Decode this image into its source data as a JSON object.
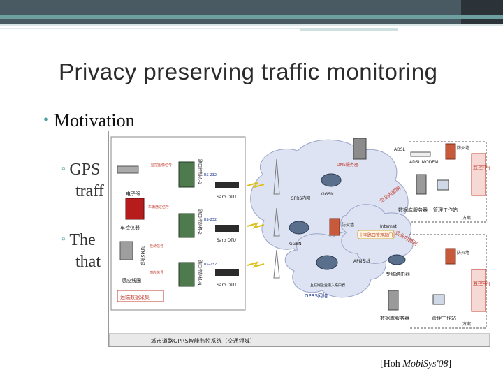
{
  "slide": {
    "title": "Privacy preserving traffic monitoring",
    "bullet": "Motivation",
    "sub_bullets": [
      {
        "visible_text": "GPS"
      },
      {
        "visible_text": "traff"
      },
      {
        "visible_text": "The"
      },
      {
        "visible_text": "that"
      }
    ],
    "citation_prefix": "[Hoh ",
    "citation_venue": "MobiSys'08",
    "citation_suffix": "]"
  },
  "diagram": {
    "caption": "城市道路GPRS智能监控系统（交通领域）",
    "left_panel": {
      "labels": [
        "电子眼",
        "车检仪器",
        "RTMS微波",
        "感应线圈",
        "远端数据采集"
      ],
      "sensor_tags": [
        "监控图像信号",
        "车辆通过信号",
        "检测信号",
        "感应信号"
      ],
      "controller_labels": [
        "路口控制机-1",
        "路口控制机-2",
        "路口控制机-N"
      ],
      "rs_labels": [
        "RS-232",
        "RS-232",
        "RS-232"
      ],
      "dtu_label": "Saro DTU"
    },
    "network": {
      "gprs_inner": "GPRS内网",
      "ggsn": "GGSN",
      "gprs_net": "GPRS网络",
      "internet": "Internet",
      "dns": "DNS服务器",
      "adsl": "ADSL",
      "adsl_modem": "ADSL MODEM",
      "firewall": "防火墙",
      "internet_router": "互联网企业接入路由器",
      "apn": "APN专线",
      "cross_dept": "十字路口管理部门",
      "line_router": "专线路由器",
      "db_server": "数据库服务器",
      "workstation": "管理工作站",
      "scheme": "方案",
      "monitor_center": "监控中心",
      "enterprise_net": "企业内部网",
      "enterprise_net_2": "企业内部网"
    }
  },
  "colors": {
    "accent": "#4e9ea0",
    "header_band": "#4a5a63",
    "red": "#c0392b",
    "cloud": "#dde3f2"
  }
}
